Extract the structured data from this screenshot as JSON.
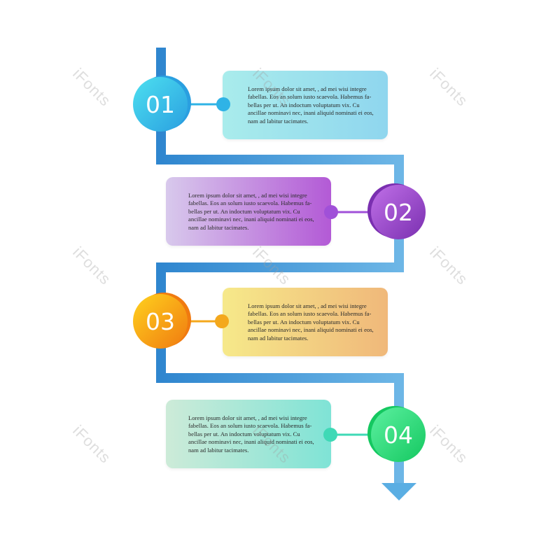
{
  "steps": [
    {
      "number": "01",
      "text": "Lorem ipsum dolor sit amet, , ad mei wisi integre fabellas. Eos an solum iusto scaevola. Habemus fa-bellas per ut. An indoctum voluptatum vix. Cu ancillae nominavi nec, inani aliquid nominati ei eos, nam ad labitur tacimates.",
      "card_colors": [
        "#a9ecec",
        "#8fd6ee"
      ],
      "circle_colors": [
        "#4de0f0",
        "#2a9fe0"
      ],
      "accent": "#2fb3e6"
    },
    {
      "number": "02",
      "text": "Lorem ipsum dolor sit amet, , ad mei wisi integre fabellas. Eos an solum iusto scaevola. Habemus fa-bellas per ut. An indoctum voluptatum vix. Cu ancillae nominavi nec, inani aliquid nominati ei eos, nam ad labitur tacimates.",
      "card_colors": [
        "#d8c9ec",
        "#b35ad6"
      ],
      "circle_colors": [
        "#c070e8",
        "#7a2fb0"
      ],
      "accent": "#a050d8"
    },
    {
      "number": "03",
      "text": "Lorem ipsum dolor sit amet, , ad mei wisi integre fabellas. Eos an solum iusto scaevola. Habemus fa-bellas per ut. An indoctum voluptatum vix. Cu ancillae nominavi nec, inani aliquid nominati ei eos, nam ad labitur tacimates.",
      "card_colors": [
        "#f6e98a",
        "#f0b87a"
      ],
      "circle_colors": [
        "#ffd21e",
        "#f07a10"
      ],
      "accent": "#f4a81c"
    },
    {
      "number": "04",
      "text": "Lorem ipsum dolor sit amet, , ad mei wisi integre fabellas. Eos an solum iusto scaevola. Habemus fa-bellas per ut. An indoctum voluptatum vix. Cu ancillae nominavi nec, inani aliquid nominati ei eos, nam ad labitur tacimates.",
      "card_colors": [
        "#cdebd8",
        "#7fe3d6"
      ],
      "circle_colors": [
        "#5cf0a0",
        "#14c860"
      ],
      "accent": "#3fd9b6"
    }
  ],
  "watermark": "iFonts",
  "path_color": "#3b8fd3",
  "path_color_light": "#6bb3e3"
}
